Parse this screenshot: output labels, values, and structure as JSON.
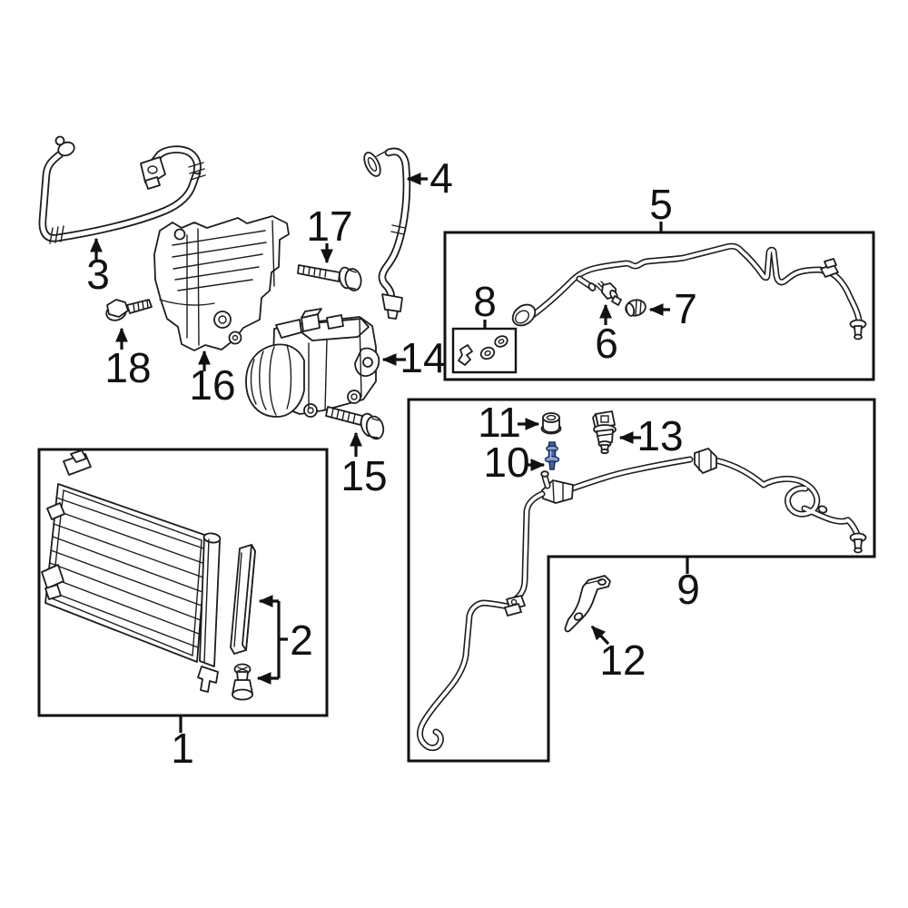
{
  "diagram": {
    "background_color": "#ffffff",
    "line_color": "#1d1d1d",
    "highlight_color": "#4a69a8"
  },
  "callouts": {
    "c1": {
      "label": "1"
    },
    "c2": {
      "label": "2"
    },
    "c3": {
      "label": "3"
    },
    "c4": {
      "label": "4"
    },
    "c5": {
      "label": "5"
    },
    "c6": {
      "label": "6"
    },
    "c7": {
      "label": "7"
    },
    "c8": {
      "label": "8"
    },
    "c9": {
      "label": "9"
    },
    "c10": {
      "label": "10"
    },
    "c11": {
      "label": "11"
    },
    "c12": {
      "label": "12"
    },
    "c13": {
      "label": "13"
    },
    "c14": {
      "label": "14"
    },
    "c15": {
      "label": "15"
    },
    "c16": {
      "label": "16"
    },
    "c17": {
      "label": "17"
    },
    "c18": {
      "label": "18"
    }
  }
}
